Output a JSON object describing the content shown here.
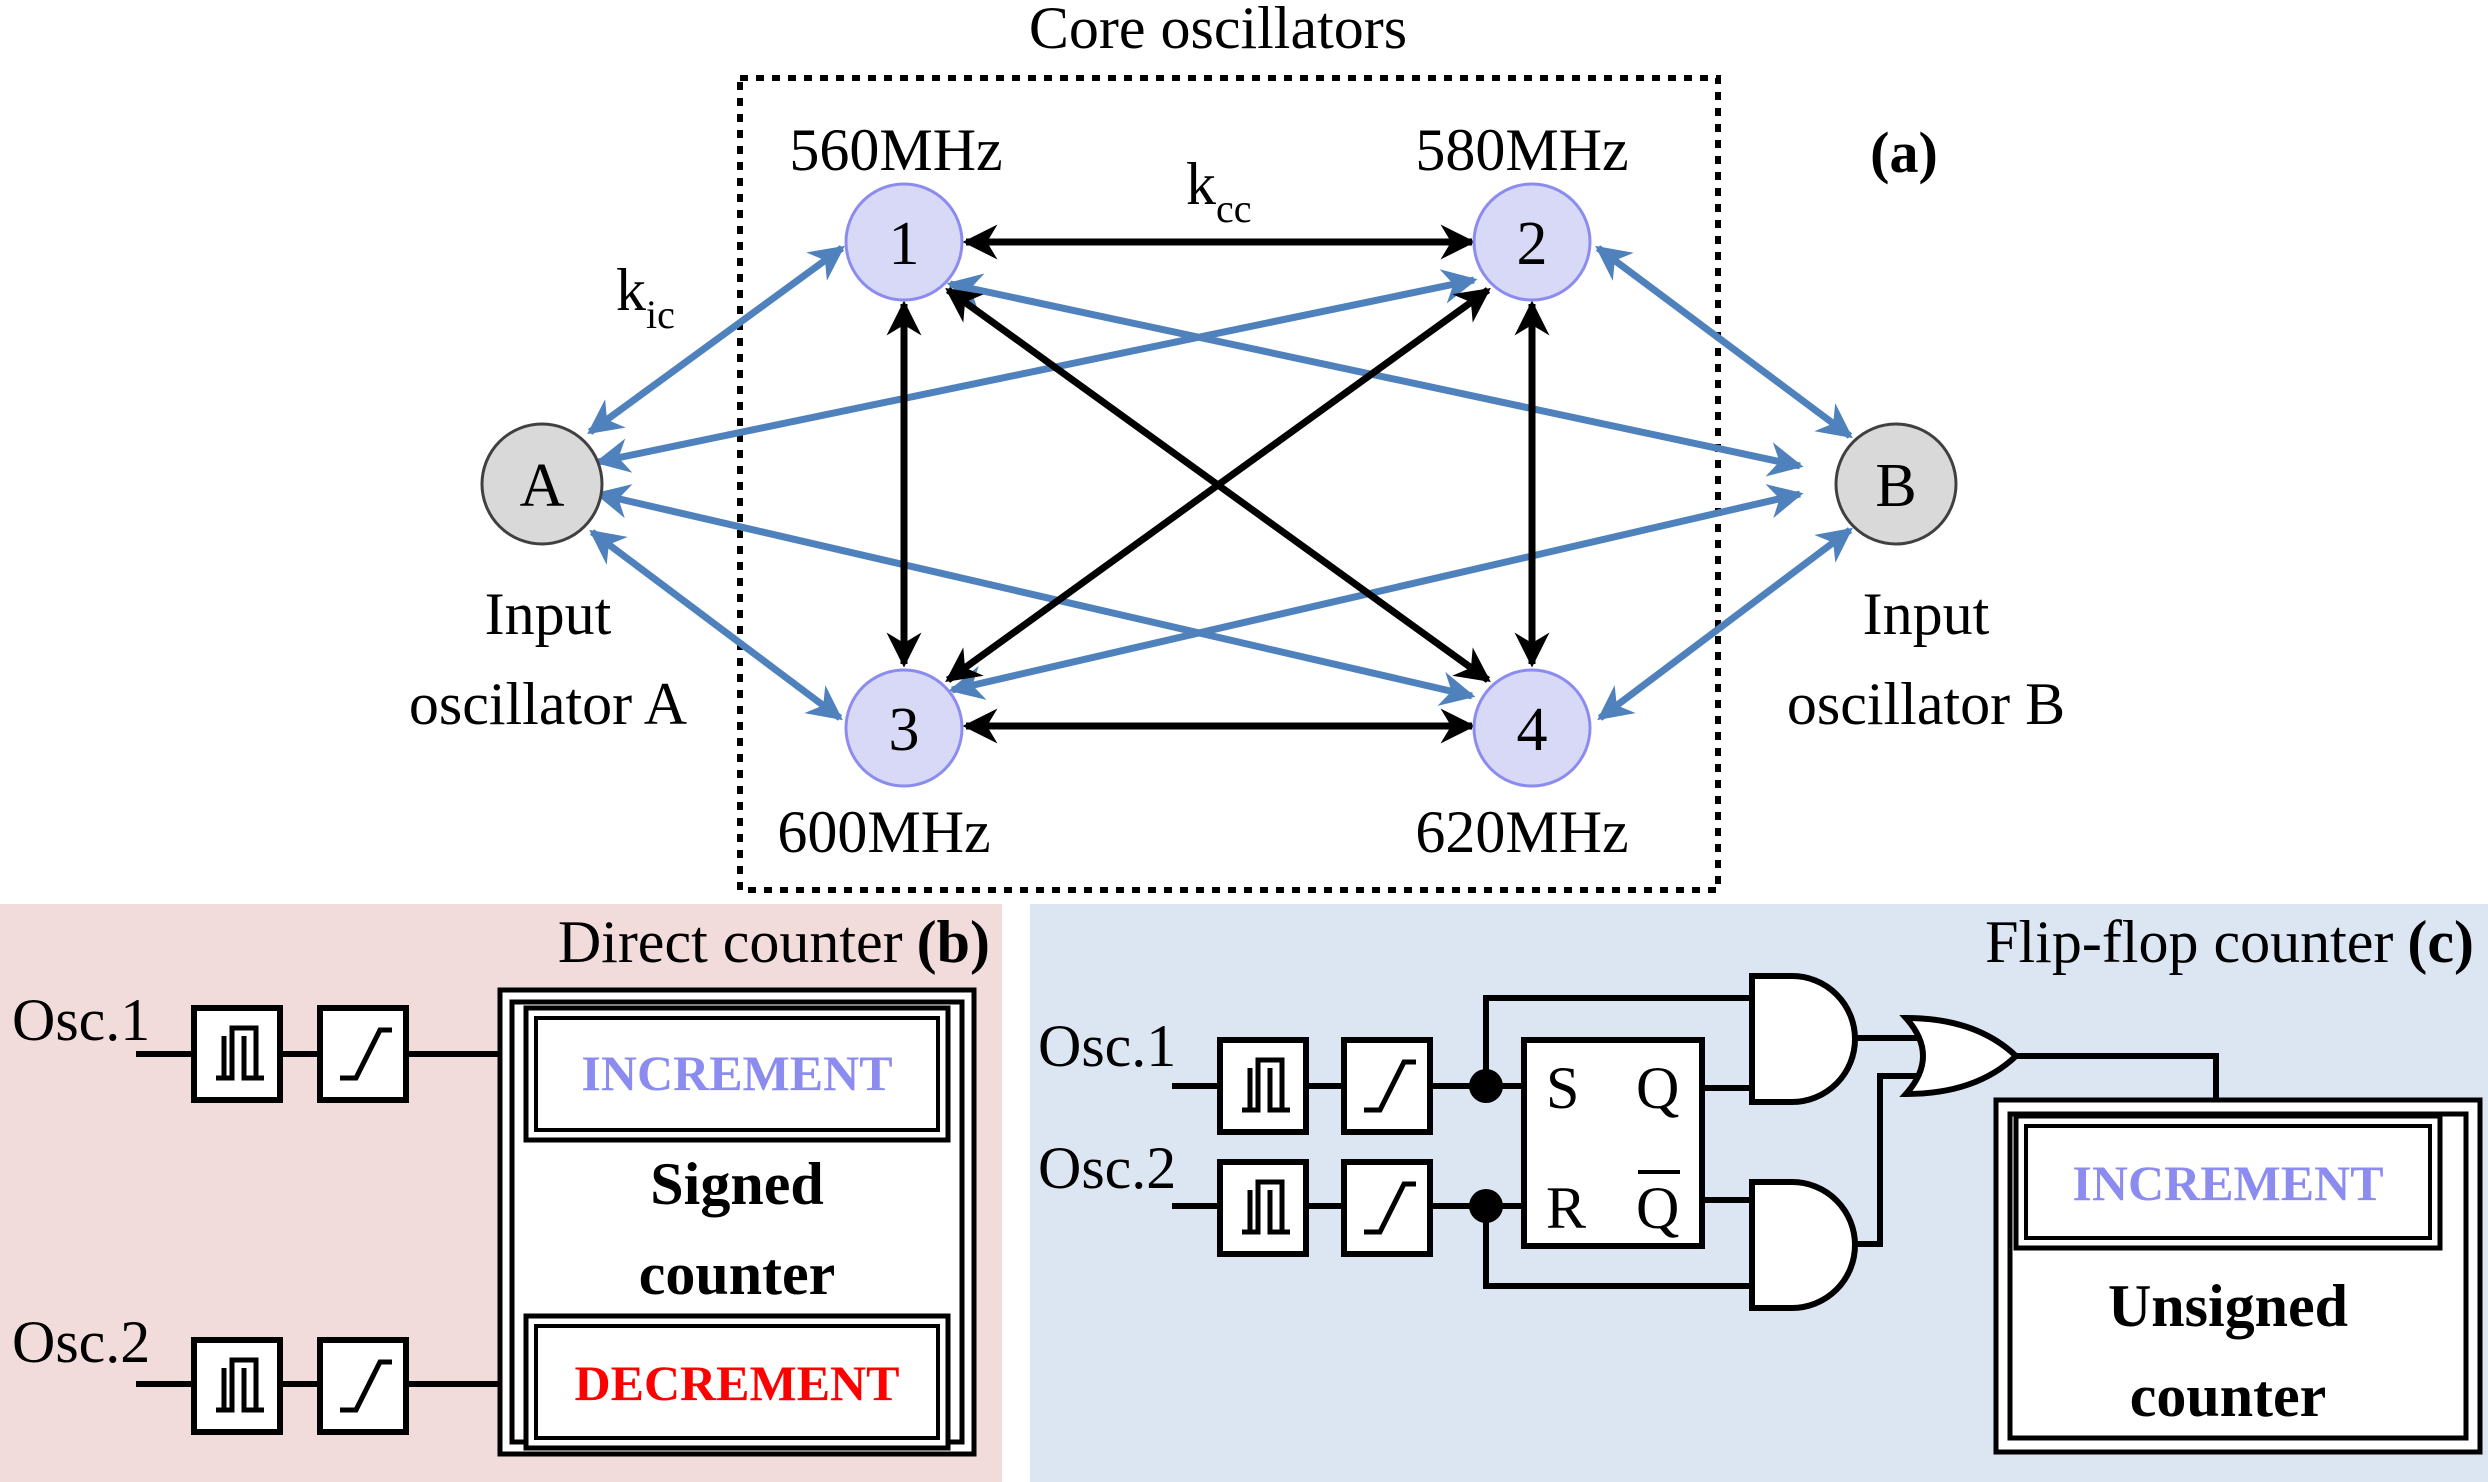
{
  "panel_a": {
    "title": "Core oscillators",
    "tag": "(a)",
    "nodes": [
      {
        "id": "1",
        "freq": "560MHz"
      },
      {
        "id": "2",
        "freq": "580MHz"
      },
      {
        "id": "3",
        "freq": "600MHz"
      },
      {
        "id": "4",
        "freq": "620MHz"
      }
    ],
    "input_a": {
      "label": "A",
      "caption_line1": "Input",
      "caption_line2": "oscillator A"
    },
    "input_b": {
      "label": "B",
      "caption_line1": "Input",
      "caption_line2": "oscillator B"
    },
    "k_cc": {
      "base": "k",
      "sub": "cc"
    },
    "k_ic": {
      "base": "k",
      "sub": "ic"
    },
    "colors": {
      "core_fill": "#d8d8f7",
      "core_stroke": "#8c8cf0",
      "input_fill": "#d9d9d9",
      "blue_arrow": "#4f81bd",
      "black_arrow": "#000000"
    }
  },
  "panel_b": {
    "title": "Direct counter",
    "tag": "(b)",
    "osc1": "Osc.1",
    "osc2": "Osc.2",
    "increment": "INCREMENT",
    "decrement": "DECREMENT",
    "counter_line1": "Signed",
    "counter_line2": "counter",
    "background": "#f2dcdb",
    "increment_color": "#8c8cf0",
    "decrement_color": "#ff0000"
  },
  "panel_c": {
    "title": "Flip-flop counter",
    "tag": "(c)",
    "osc1": "Osc.1",
    "osc2": "Osc.2",
    "s": "S",
    "r": "R",
    "q": "Q",
    "qbar": "Q",
    "increment": "INCREMENT",
    "counter_line1": "Unsigned",
    "counter_line2": "counter",
    "background": "#dce6f2",
    "increment_color": "#8c8cf0"
  }
}
